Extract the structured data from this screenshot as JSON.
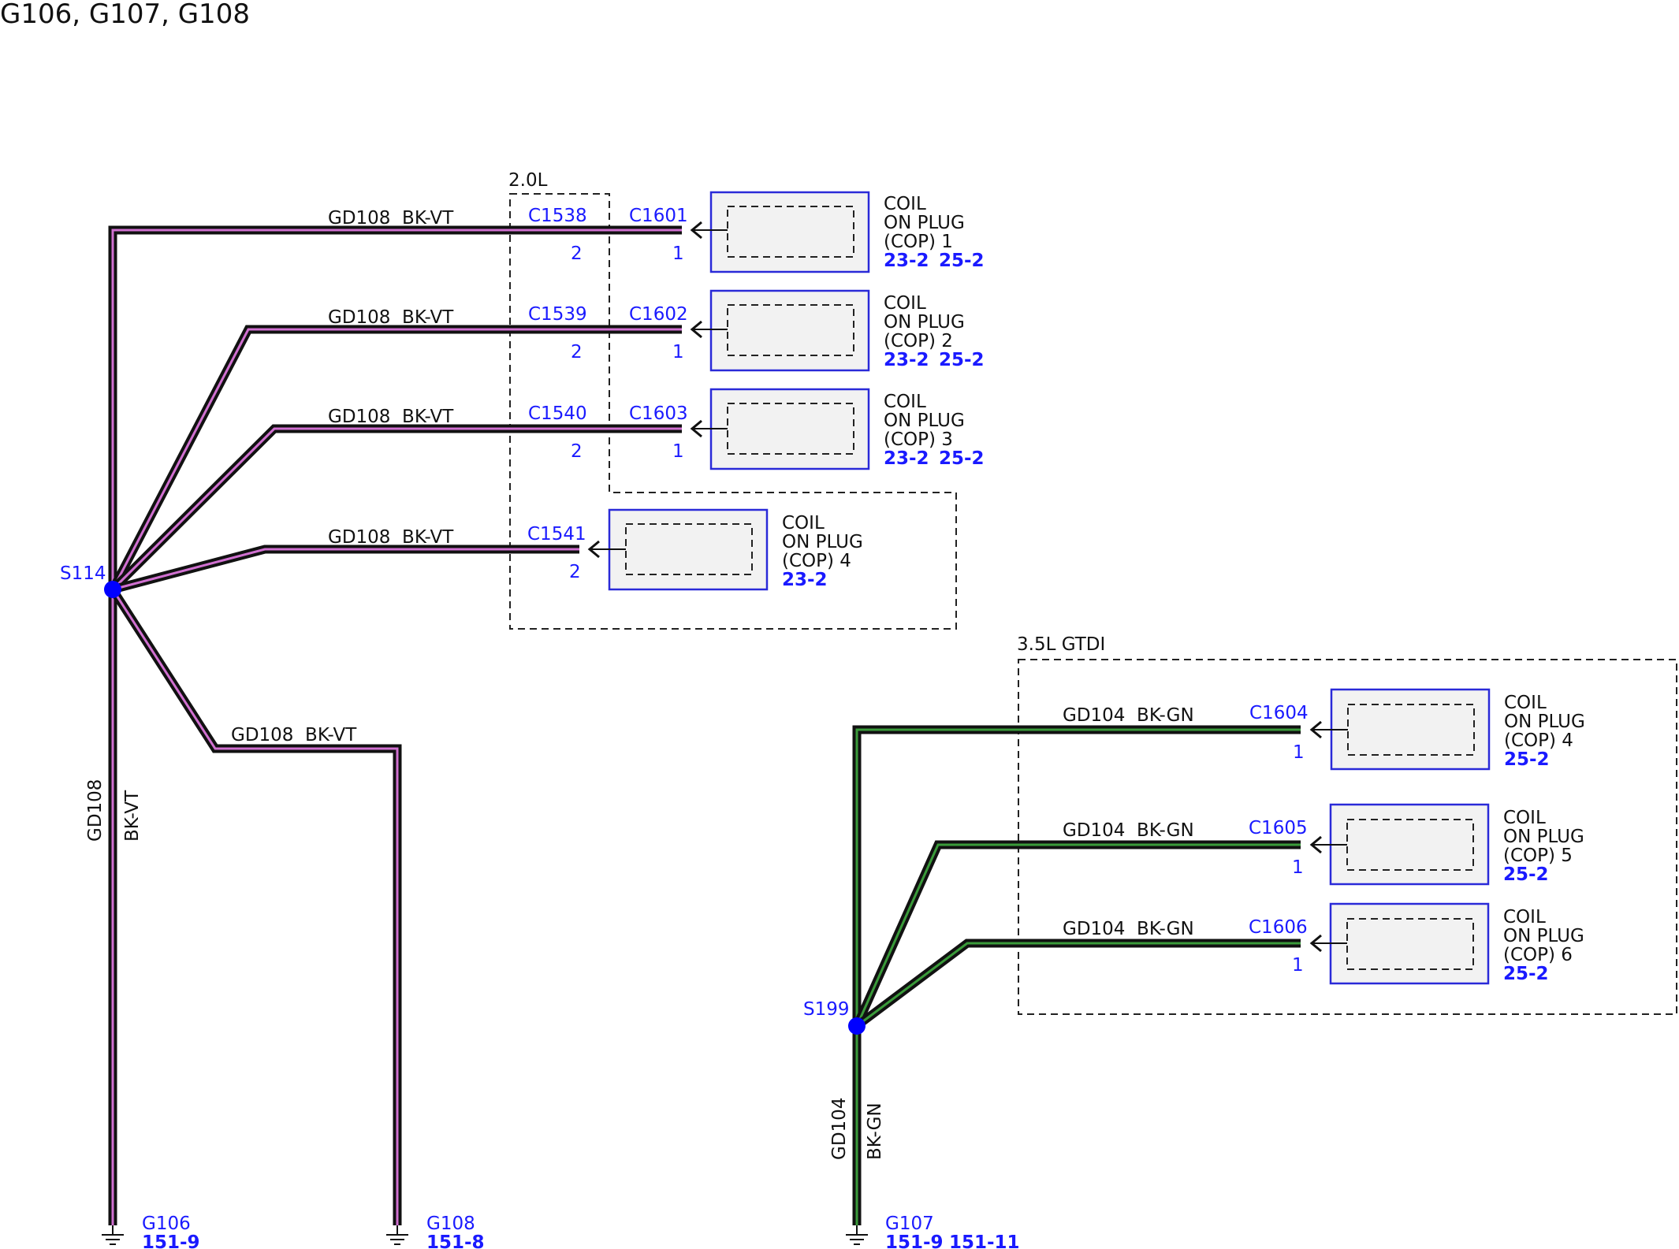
{
  "title": "G106, G107, G108",
  "colors": {
    "bkvt_inner": "#d070d0",
    "bkgn_inner": "#3a9a3a",
    "wire_outer": "#111111",
    "link": "#1a1aff",
    "splice": "#0000ff"
  },
  "groups": {
    "g20": "2.0L",
    "g35": "3.5L GTDI"
  },
  "coil_label": [
    "COIL",
    "ON PLUG"
  ],
  "wires": {
    "w1": "GD108  BK-VT",
    "w2": "GD108  BK-VT",
    "w3": "GD108  BK-VT",
    "w4": "GD108  BK-VT",
    "w5": "GD108  BK-VT",
    "v1_circuit": "GD108",
    "v1_color": "BK-VT",
    "w6": "GD104  BK-GN",
    "w7": "GD104  BK-GN",
    "w8": "GD104  BK-GN",
    "v2_circuit": "GD104",
    "v2_color": "BK-GN"
  },
  "connectors": {
    "c1538": "C1538",
    "c1539": "C1539",
    "c1540": "C1540",
    "c1541": "C1541",
    "c1601": "C1601",
    "c1602": "C1602",
    "c1603": "C1603",
    "c1604": "C1604",
    "c1605": "C1605",
    "c1606": "C1606"
  },
  "pins": {
    "p1538": "2",
    "p1539": "2",
    "p1540": "2",
    "p1541": "2",
    "p1601": "1",
    "p1602": "1",
    "p1603": "1",
    "p1604": "1",
    "p1605": "1",
    "p1606": "1"
  },
  "coils": [
    {
      "num": "(COP) 1",
      "ref1": "23-2",
      "ref2": "25-2"
    },
    {
      "num": "(COP) 2",
      "ref1": "23-2",
      "ref2": "25-2"
    },
    {
      "num": "(COP) 3",
      "ref1": "23-2",
      "ref2": "25-2"
    },
    {
      "num": "(COP) 4",
      "ref1": "23-2"
    },
    {
      "num": "(COP) 4",
      "ref1": "25-2"
    },
    {
      "num": "(COP) 5",
      "ref1": "25-2"
    },
    {
      "num": "(COP) 6",
      "ref1": "25-2"
    }
  ],
  "splices": {
    "s114": "S114",
    "s199": "S199"
  },
  "grounds": {
    "g106": {
      "name": "G106",
      "ref1": "151-9"
    },
    "g108": {
      "name": "G108",
      "ref1": "151-8"
    },
    "g107": {
      "name": "G107",
      "ref1": "151-9",
      "ref2": "151-11"
    }
  }
}
